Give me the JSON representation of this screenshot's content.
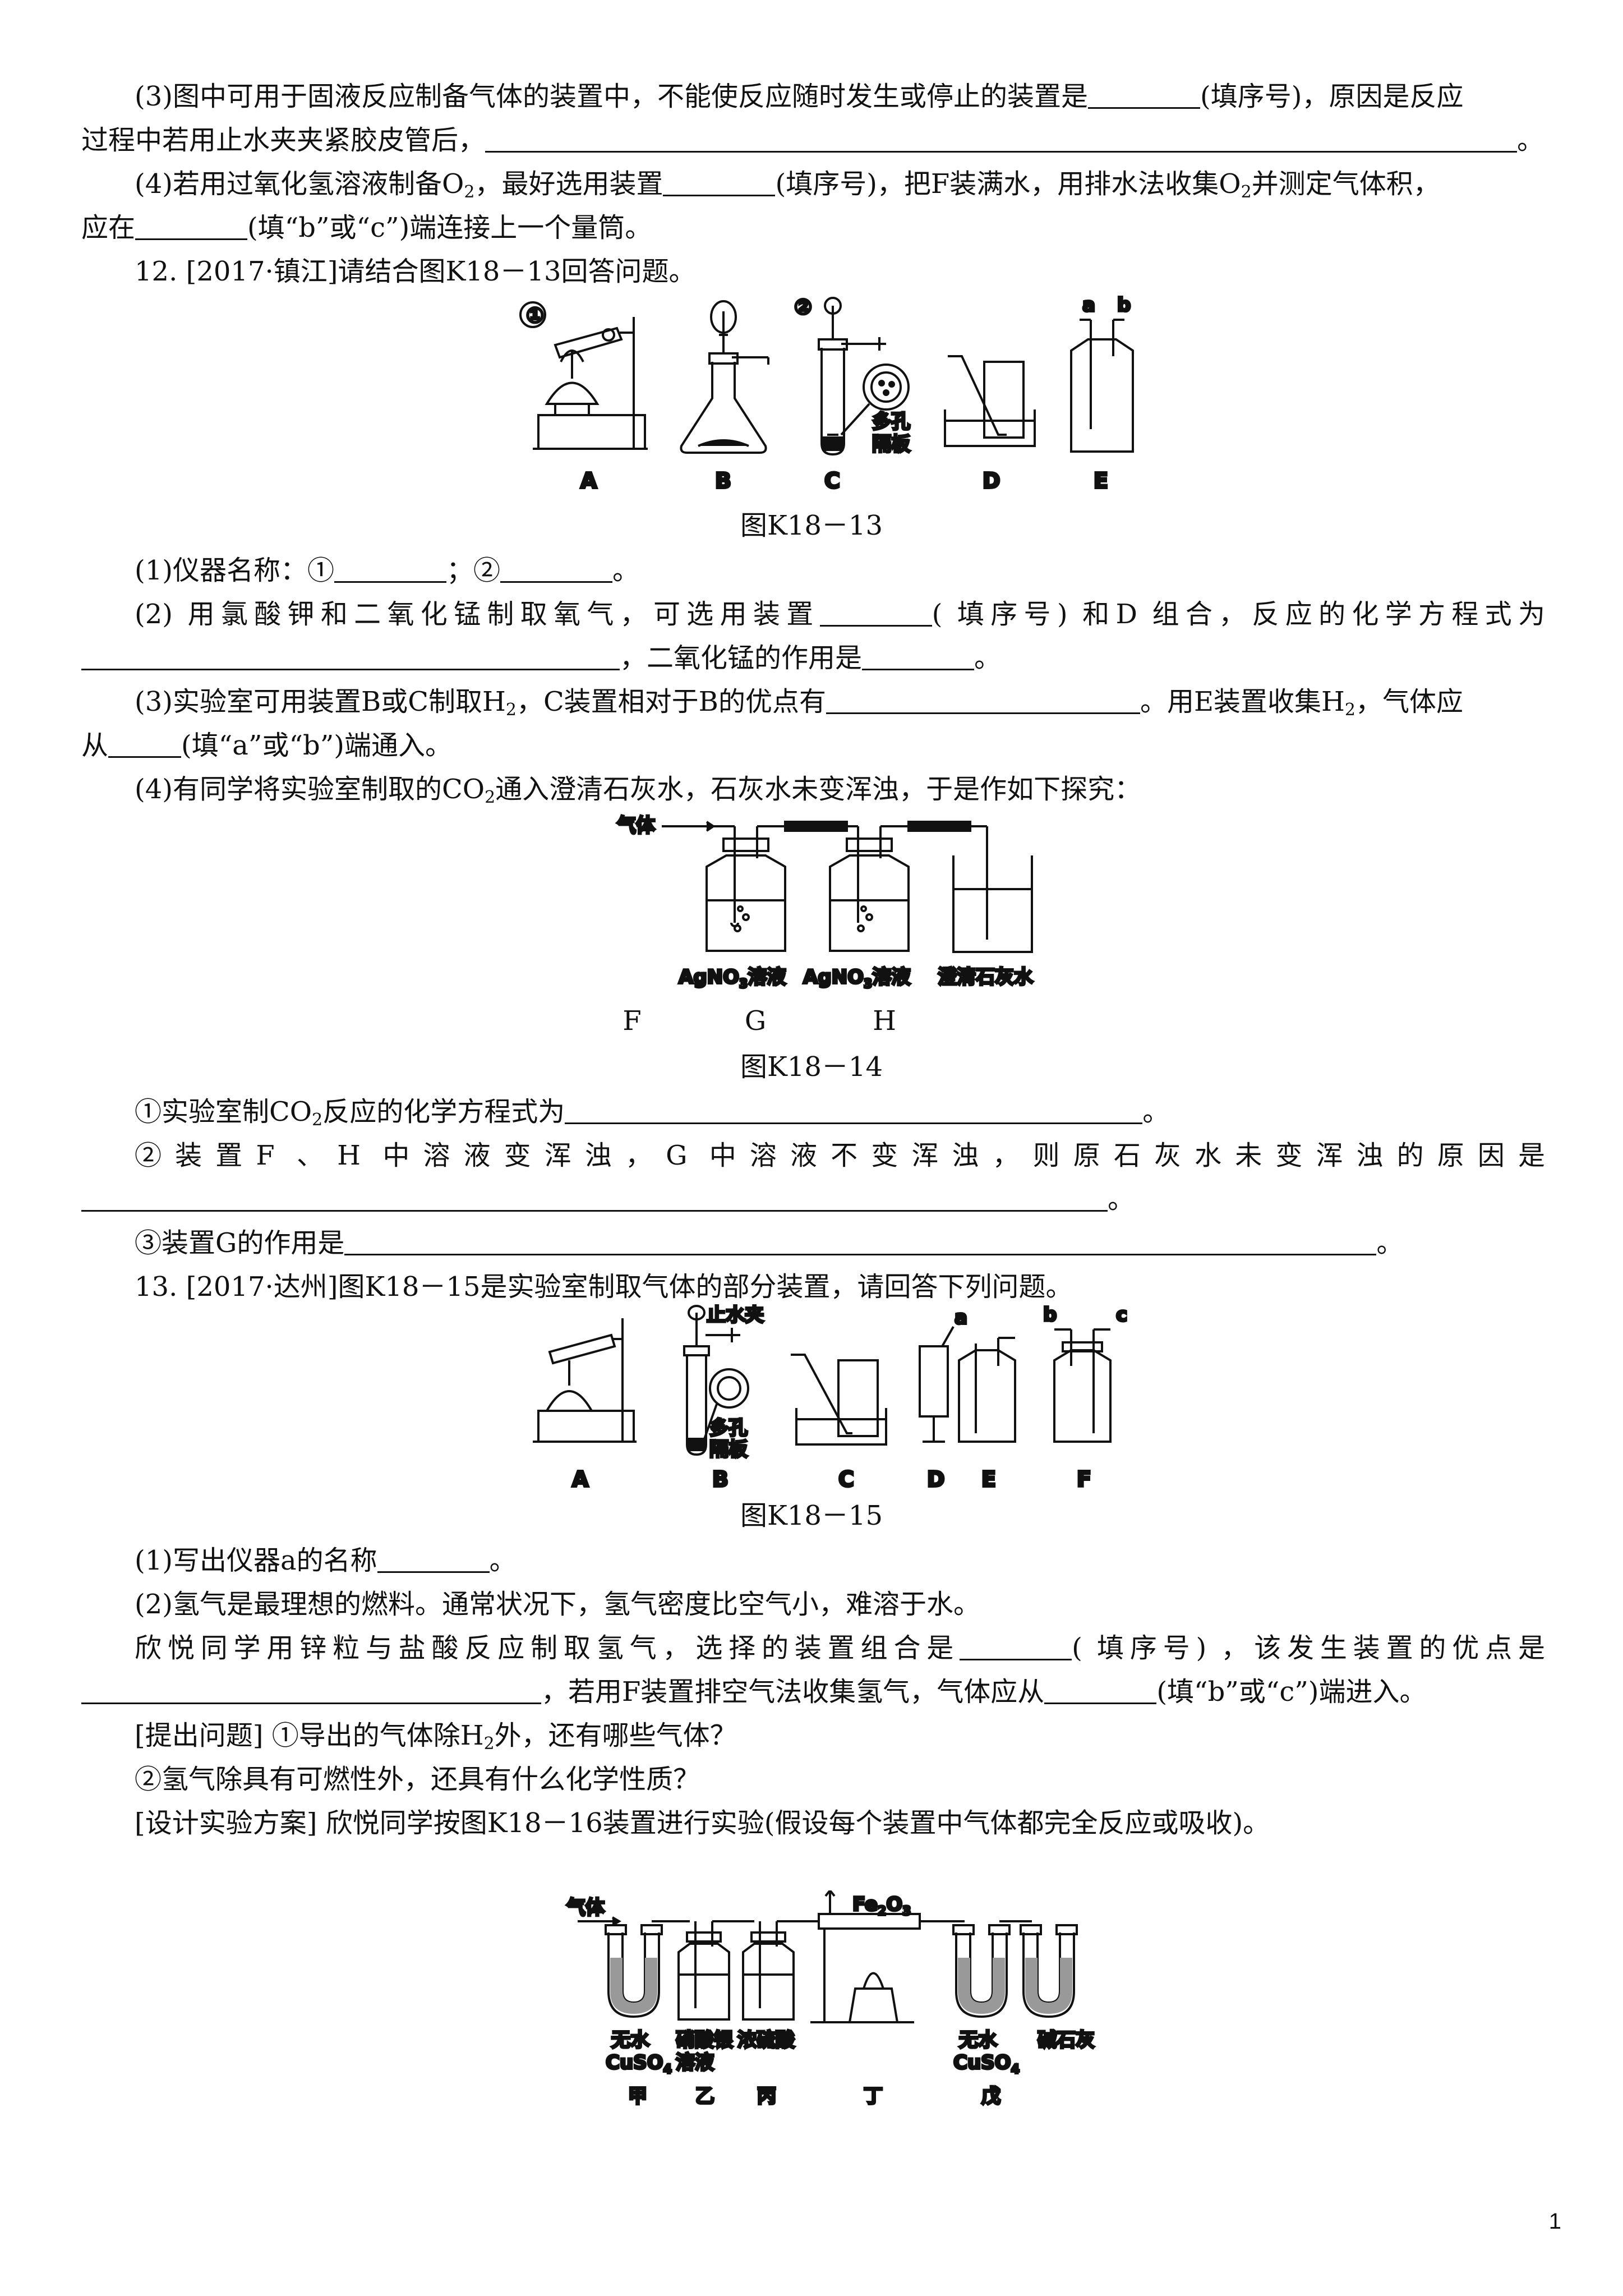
{
  "q11": {
    "p3_a": "(3)图中可用于固液反应制备气体的装置中，不能使反应随时发生或停止的装置是",
    "p3_b": "(填序号)，原因是反应",
    "p3_c": "过程中若用止水夹夹紧胶皮管后，",
    "p3_end": "。",
    "p4_a": "(4)若用过氧化氢溶液制备O",
    "p4_b": "，最好选用装置",
    "p4_c": "(填序号)，把F装满水，用排水法收集O",
    "p4_d": "并测定气体积，",
    "p4_e": "应在",
    "p4_f": "(填“b”或“c”)端连接上一个量筒。",
    "sub2": "2"
  },
  "q12": {
    "head": "12. [2017·镇江]请结合图K18－13回答问题。",
    "fig1": {
      "caption": "图K18－13",
      "circle1": "①",
      "circle2": "②",
      "plate_1": "多孔",
      "plate_2": "隔板",
      "label_a": "a",
      "label_b": "b",
      "A": "A",
      "B": "B",
      "C": "C",
      "D": "D",
      "E": "E"
    },
    "p1_a": "(1)仪器名称：①",
    "p1_b": "；②",
    "p1_c": "。",
    "p2_a": "(2) 用氯酸钾和二氧化锰制取氧气，可选用装置",
    "p2_b": "( 填序号) 和D 组合，反应的化学方程式为",
    "p2_c": "，二氧化锰的作用是",
    "p2_d": "。",
    "p3_a": "(3)实验室可用装置B或C制取H",
    "p3_b": "，C装置相对于B的优点有",
    "p3_c": "。用E装置收集H",
    "p3_d": "，气体应",
    "p3_e": "从",
    "p3_f": "(填“a”或“b”)端通入。",
    "p4_a": "(4)有同学将实验室制取的CO",
    "p4_b": "通入澄清石灰水，石灰水未变浑浊，于是作如下探究：",
    "fig2": {
      "caption": "图K18－14",
      "gas": "气体",
      "agno3": "AgNO",
      "agno3_sub": "3",
      "sol": "溶液",
      "limewater": "澄清石灰水",
      "F": "F",
      "G": "G",
      "H": "H"
    },
    "s1_a": "①实验室制CO",
    "s1_b": "反应的化学方程式为",
    "s1_c": "。",
    "s2_a": "②装置F 、H 中溶液变浑浊，G 中溶液不变浑浊，则原石灰水未变浑浊的原因是",
    "s2_b": "。",
    "s3_a": "③装置G的作用是",
    "s3_b": "。"
  },
  "q13": {
    "head": "13. [2017·达州]图K18－15是实验室制取气体的部分装置，请回答下列问题。",
    "fig1": {
      "caption": "图K18－15",
      "clamp": "止水夹",
      "plate_1": "多孔",
      "plate_2": "隔板",
      "label_a": "a",
      "label_b": "b",
      "label_c": "c",
      "A": "A",
      "B": "B",
      "C": "C",
      "D": "D",
      "E": "E",
      "F": "F"
    },
    "p1_a": "(1)写出仪器a的名称",
    "p1_b": "。",
    "p2": "(2)氢气是最理想的燃料。通常状况下，氢气密度比空气小，难溶于水。",
    "p3_a": "欣悦同学用锌粒与盐酸反应制取氢气，选择的装置组合是",
    "p3_b": "( 填序号) ，该发生装置的优点是",
    "p3_c": "，若用F装置排空气法收集氢气，气体应从",
    "p3_d": "(填“b”或“c”)端进入。",
    "ask1_a": "[提出问题] ①导出的气体除H",
    "ask1_b": "外，还有哪些气体？",
    "ask2": "②氢气除具有可燃性外，还具有什么化学性质？",
    "design": "[设计实验方案] 欣悦同学按图K18－16装置进行实验(假设每个装置中气体都完全反应或吸收)。",
    "fig2": {
      "gas": "气体",
      "fe2o3_a": "Fe",
      "fe2o3_s1": "2",
      "fe2o3_b": "O",
      "fe2o3_s2": "3",
      "anhydrous": "无水",
      "cuso4": "CuSO",
      "cuso4_sub": "4",
      "silver_1": "硝酸银",
      "silver_2": "溶液",
      "h2so4": "浓硫酸",
      "sodalime": "碱石灰",
      "jia": "甲",
      "yi": "乙",
      "bing": "丙",
      "ding": "丁",
      "wu": "戊"
    }
  },
  "page_number": "1"
}
